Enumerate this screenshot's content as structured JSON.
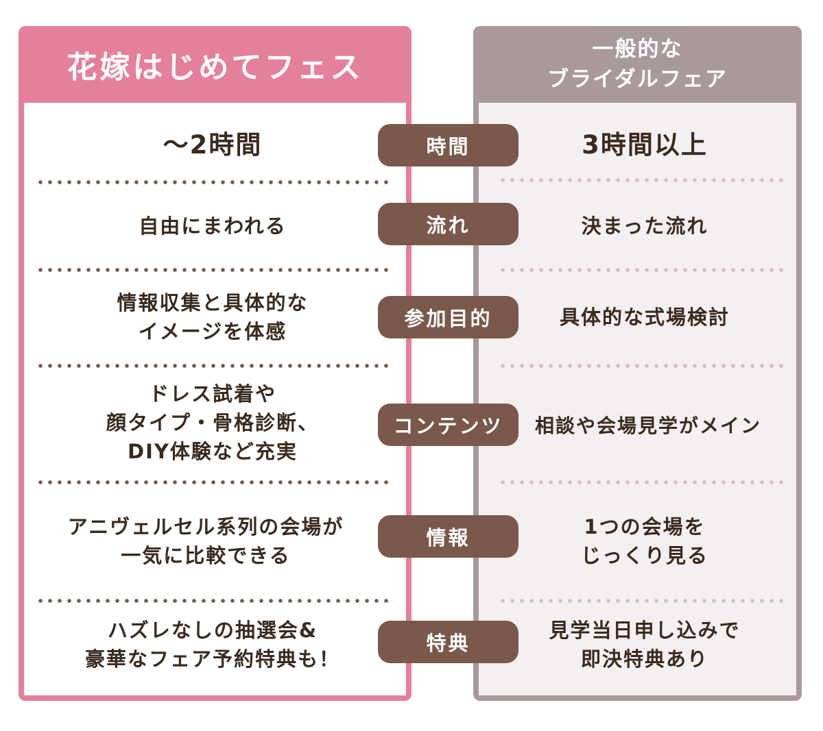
{
  "left_panel": {
    "title": "花嫁はじめてフェス",
    "color": "#e5809a"
  },
  "right_panel": {
    "title": "一般的な\nブライダルフェア",
    "color": "#aa999b"
  },
  "rows": [
    {
      "label": "時間",
      "left": "～2時間",
      "right": "3時間以上"
    },
    {
      "label": "流れ",
      "left": "自由にまわれる",
      "right": "決まった流れ"
    },
    {
      "label": "参加目的",
      "left": "情報収集と具体的な\nイメージを体感",
      "right": "具体的な式場検討"
    },
    {
      "label": "コンテンツ",
      "left": "ドレス試着や\n顔タイプ・骨格診断、\nDIY体験など充実",
      "right": "相談や会場見学がメイン"
    },
    {
      "label": "情報",
      "left": "アニヴェルセル系列の会場が\n一気に比較できる",
      "right": "1つの会場を\nじっくり見る"
    },
    {
      "label": "特典",
      "left": "ハズレなしの抽選会&\n豪華なフェア予約特典も！",
      "right": "見学当日申し込みで\n即決特典あり"
    }
  ]
}
